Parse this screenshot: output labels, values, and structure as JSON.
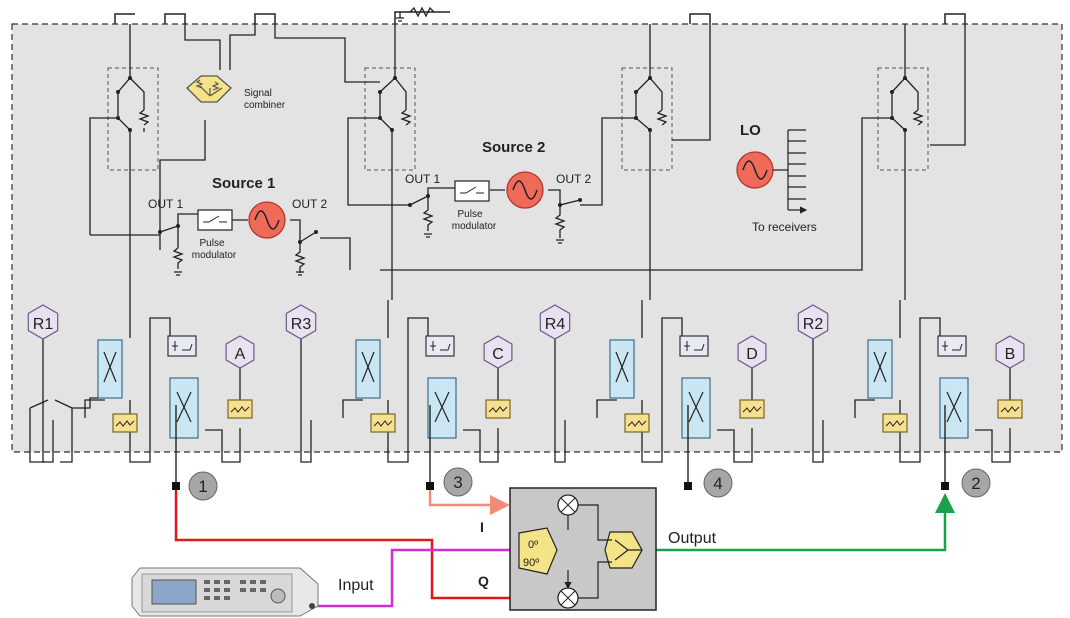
{
  "labels": {
    "signal_combiner_line1": "Signal",
    "signal_combiner_line2": "combiner",
    "source1_title": "Source 1",
    "source2_title": "Source 2",
    "out1": "OUT 1",
    "out2": "OUT 2",
    "pulse_line1": "Pulse",
    "pulse_line2": "modulator",
    "lo_title": "LO",
    "to_receivers": "To receivers",
    "r1": "R1",
    "r2": "R2",
    "r3": "R3",
    "r4": "R4",
    "a": "A",
    "b": "B",
    "c": "C",
    "d": "D",
    "port1": "1",
    "port2": "2",
    "port3": "3",
    "port4": "4",
    "i_label": "I",
    "q_label": "Q",
    "output_label": "Output",
    "input_label": "Input",
    "phase_0": "0º",
    "phase_90": "90º"
  },
  "colors": {
    "panel_fill": "#e3e3e3",
    "wire": "#222222",
    "source_fill": "#f06a5a",
    "combiner_fill": "#f5e487",
    "coupler_fill": "#c9e6f2",
    "atten_fill": "#f6df8e",
    "receiver_fill": "#e7e1f0",
    "port_fill": "#a6a6a6",
    "red_path": "#e01818",
    "pink_path": "#f38b78",
    "magenta_path": "#d22fd2",
    "green_path": "#1aa14a",
    "dut_fill": "#c8c8c8"
  }
}
